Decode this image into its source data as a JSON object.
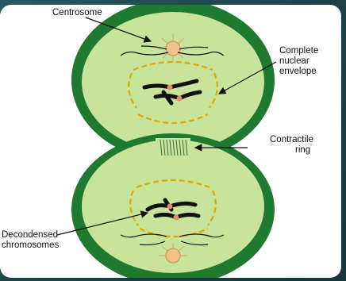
{
  "labels": {
    "centrosome": "Centrosome",
    "nuclear_envelope_line1": "Complete",
    "nuclear_envelope_line2": "nuclear",
    "nuclear_envelope_line3": "envelope",
    "contractile_line1": "Contractile",
    "contractile_line2": "ring",
    "decondensed_line1": "Decondensed",
    "decondensed_line2": "chromosomes"
  },
  "colors": {
    "background": "#1f434a",
    "cell_wall": "#1f7a2f",
    "cytoplasm": "#c8e49a",
    "spindle": "#e0a800",
    "centrosome": "#f2c08a",
    "chromosome": "#111111",
    "centromere": "#e0906a"
  }
}
